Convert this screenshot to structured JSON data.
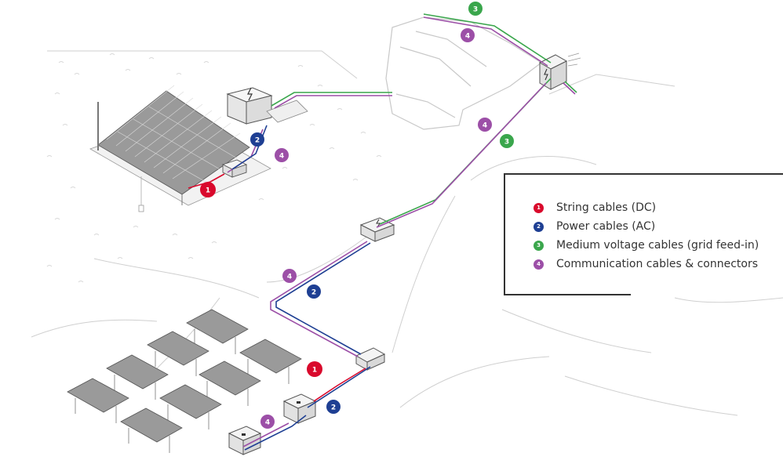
{
  "colors": {
    "string_dc": "#d9092c",
    "power_ac": "#1e3f93",
    "medium_voltage": "#3aa64c",
    "communication": "#9c4fa7",
    "sketch_line": "#c8c8c8",
    "outline": "#444444"
  },
  "badges": {
    "string": "1",
    "power": "2",
    "medium": "3",
    "comm": "4"
  },
  "legend": {
    "items": [
      {
        "number": "1",
        "label": "String cables (DC)",
        "color": "#d9092c"
      },
      {
        "number": "2",
        "label": "Power cables (AC)",
        "color": "#1e3f93"
      },
      {
        "number": "3",
        "label": "Medium voltage cables (grid feed-in)",
        "color": "#3aa64c"
      },
      {
        "number": "4",
        "label": "Communication cables & connectors",
        "color": "#9c4fa7"
      }
    ]
  },
  "icons": {
    "inverter": "lightning-bolt-icon"
  }
}
